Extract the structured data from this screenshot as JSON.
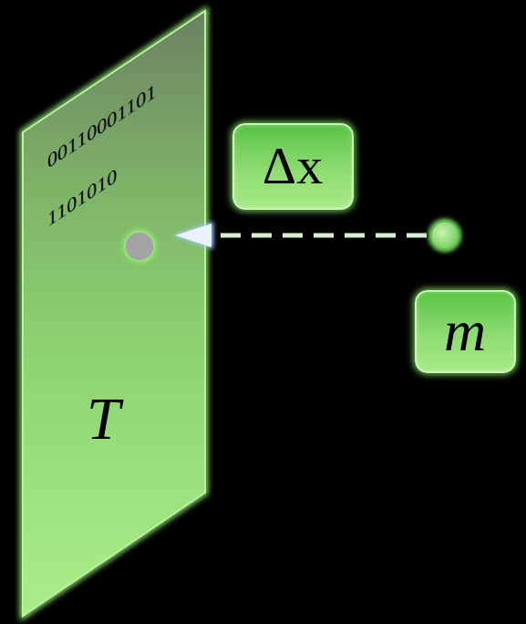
{
  "diagram": {
    "nodes": [
      {
        "text": [
          "00110001101 1101010",
          "T"
        ]
      },
      {
        "text": [
          "Δx"
        ]
      },
      {
        "text": [
          "m"
        ]
      }
    ]
  }
}
